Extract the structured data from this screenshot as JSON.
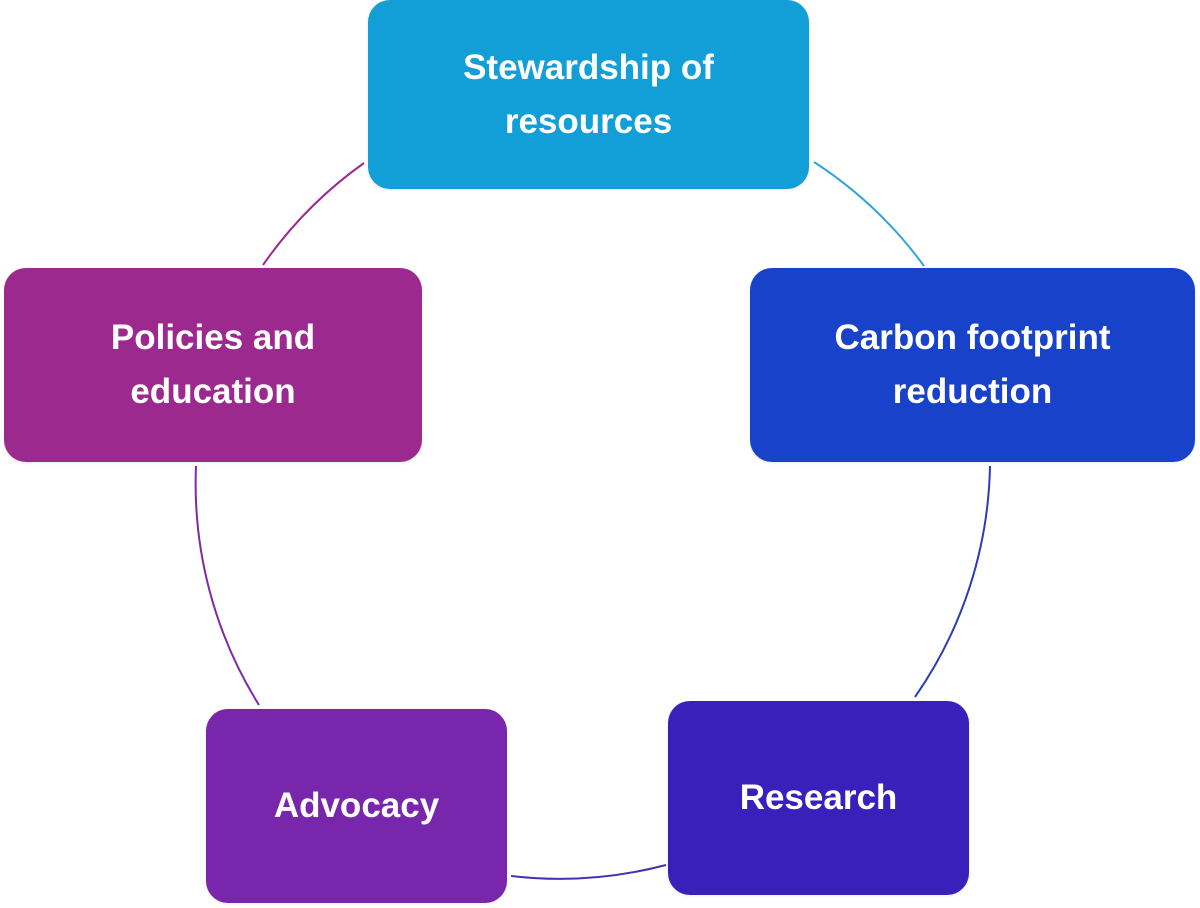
{
  "diagram": {
    "type": "cycle",
    "nodes": [
      {
        "id": "stewardship",
        "lines": [
          "Stewardship of",
          "resources"
        ],
        "color": "#129FD8"
      },
      {
        "id": "carbon",
        "lines": [
          "Carbon footprint",
          "reduction"
        ],
        "color": "#1842C9"
      },
      {
        "id": "research",
        "lines": [
          "Research"
        ],
        "color": "#3A20BA"
      },
      {
        "id": "advocacy",
        "lines": [
          "Advocacy"
        ],
        "color": "#7826AB"
      },
      {
        "id": "policies",
        "lines": [
          "Policies and",
          "education"
        ],
        "color": "#9C2A8E"
      }
    ],
    "connectors": [
      {
        "from": "stewardship",
        "to": "carbon",
        "color": "#2FA6D8"
      },
      {
        "from": "carbon",
        "to": "research",
        "color": "#2E3BB8"
      },
      {
        "from": "research",
        "to": "advocacy",
        "color": "#4A2FB0"
      },
      {
        "from": "advocacy",
        "to": "policies",
        "color": "#7E2AA6"
      },
      {
        "from": "policies",
        "to": "stewardship",
        "color": "#9A2A92"
      }
    ]
  }
}
